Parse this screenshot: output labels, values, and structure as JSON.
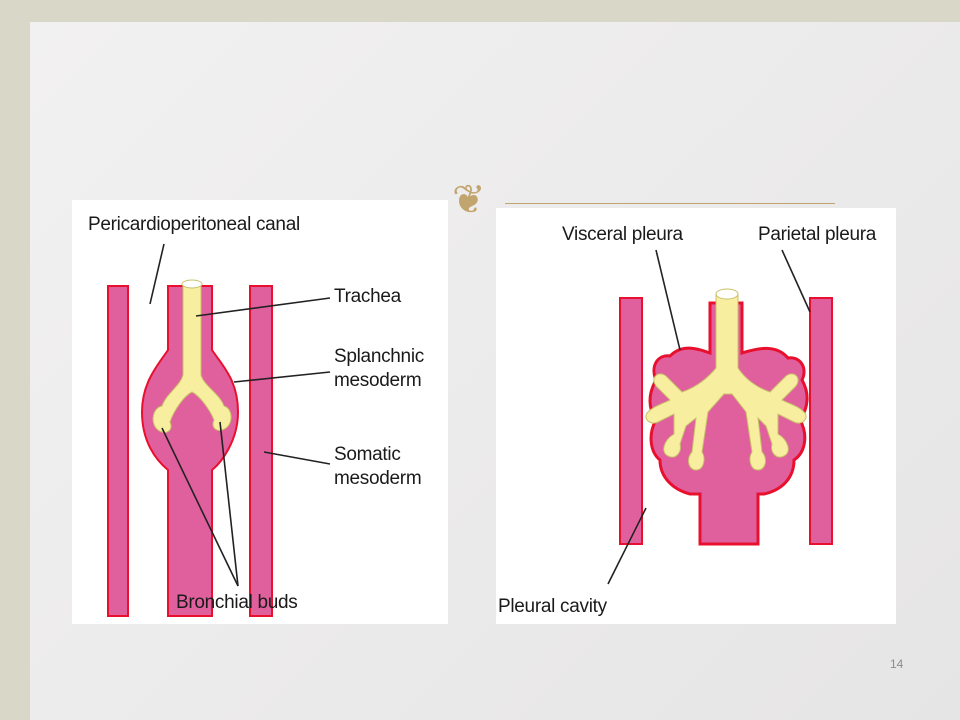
{
  "left_diagram": {
    "labels": {
      "pericardioperitoneal_canal": "Pericardioperitoneal canal",
      "trachea": "Trachea",
      "splanchnic_mesoderm_line1": "Splanchnic",
      "splanchnic_mesoderm_line2": "mesoderm",
      "somatic_mesoderm_line1": "Somatic",
      "somatic_mesoderm_line2": "mesoderm",
      "bronchial_buds": "Bronchial buds"
    }
  },
  "right_diagram": {
    "labels": {
      "visceral_pleura": "Visceral pleura",
      "parietal_pleura": "Parietal pleura",
      "pleural_cavity": "Pleural cavity"
    }
  },
  "colors": {
    "mesoderm_pink": "#e0609e",
    "pleura_red": "#e8102e",
    "endoderm_yellow": "#f7eea0",
    "ornament_gold": "#c2a46e"
  },
  "slide": {
    "page_number": "14"
  }
}
